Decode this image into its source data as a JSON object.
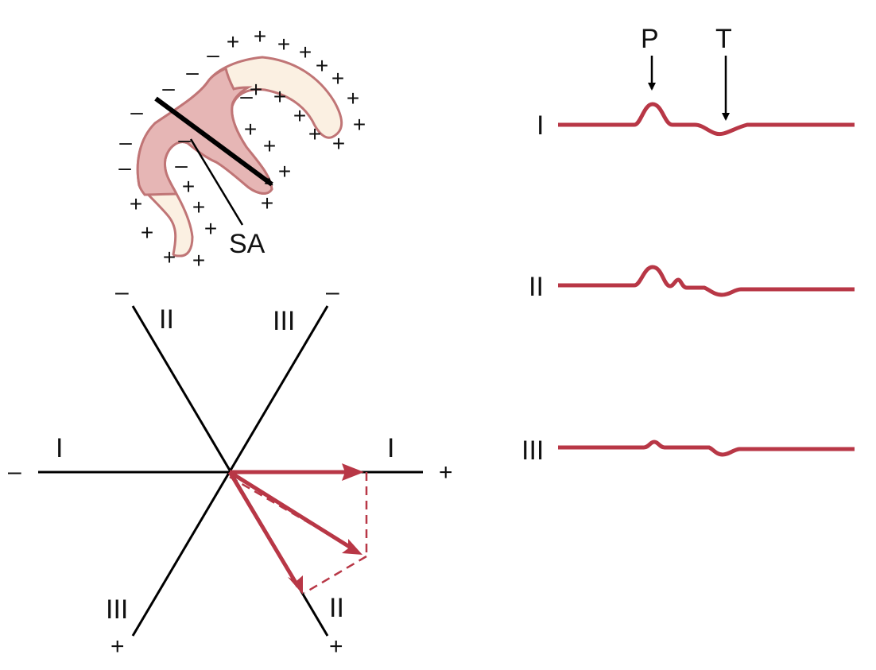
{
  "colors": {
    "ink": "#000000",
    "accent": "#b83746",
    "tissue_fill": "#fbf0e2",
    "tissue_stroke": "#c07576",
    "depolarized": "#e6b6b5"
  },
  "atria": {
    "sa_label": "SA",
    "sign_plus": "+",
    "sign_minus": "–"
  },
  "lead_axes": {
    "lead_I_left_label": "I",
    "lead_I_right_label": "I",
    "lead_I_minus": "–",
    "lead_I_plus": "+",
    "lead_II_top_label": "II",
    "lead_II_bottom_label": "II",
    "lead_II_minus": "–",
    "lead_II_plus": "+",
    "lead_III_top_label": "III",
    "lead_III_bottom_label": "III",
    "lead_III_minus": "–",
    "lead_III_plus": "+"
  },
  "ecg": {
    "p_label": "P",
    "t_label": "T",
    "traces": [
      {
        "label": "I"
      },
      {
        "label": "II"
      },
      {
        "label": "III"
      }
    ]
  }
}
